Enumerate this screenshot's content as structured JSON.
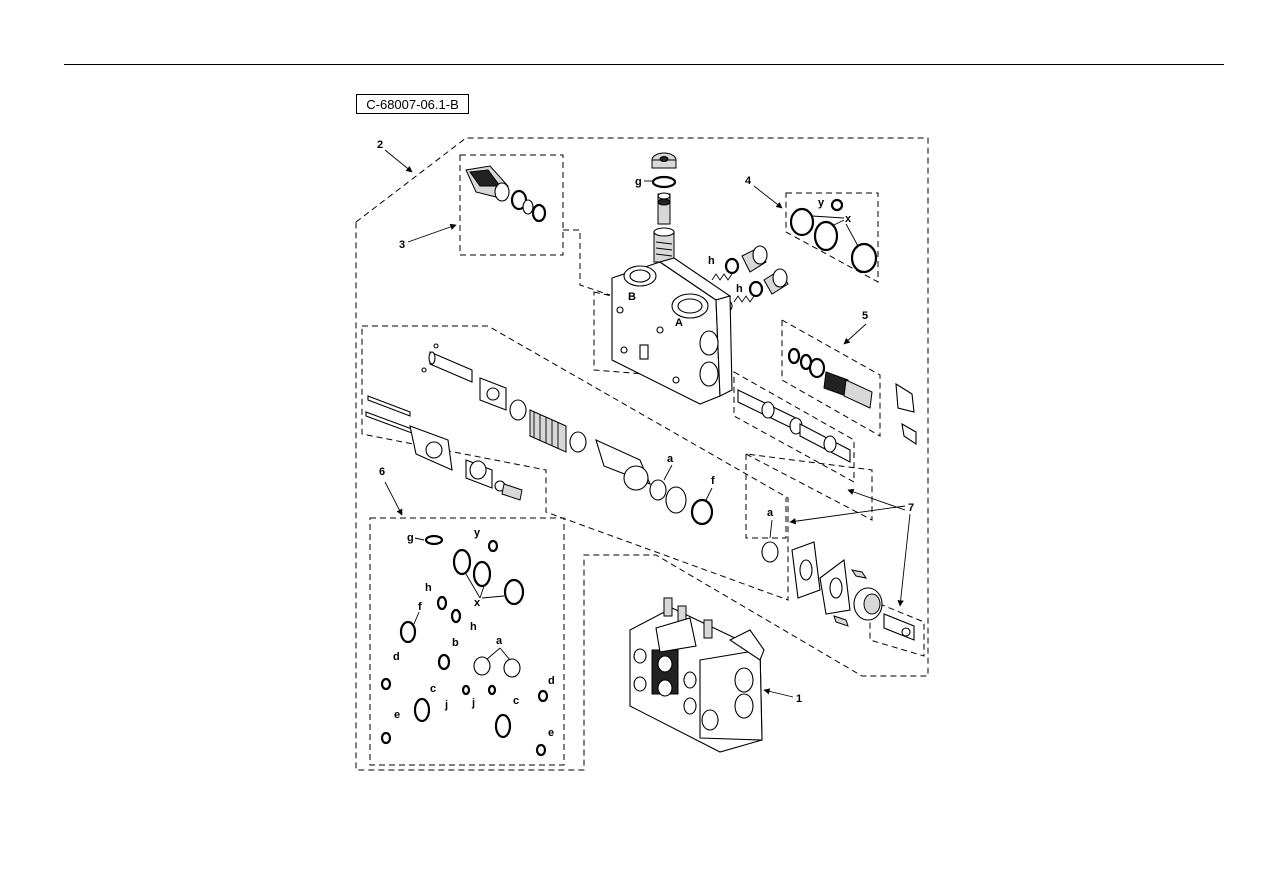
{
  "figure_id": "C-68007-06.1-B",
  "callouts": {
    "c1": "1",
    "c2": "2",
    "c3": "3",
    "c4": "4",
    "c5": "5",
    "c6": "6",
    "c7": "7"
  },
  "letters": {
    "a": "a",
    "b": "b",
    "c": "c",
    "d": "d",
    "e": "e",
    "f": "f",
    "g": "g",
    "h": "h",
    "j": "j",
    "x": "x",
    "y": "y"
  },
  "port_marks": {
    "A": "A",
    "B": "B"
  }
}
